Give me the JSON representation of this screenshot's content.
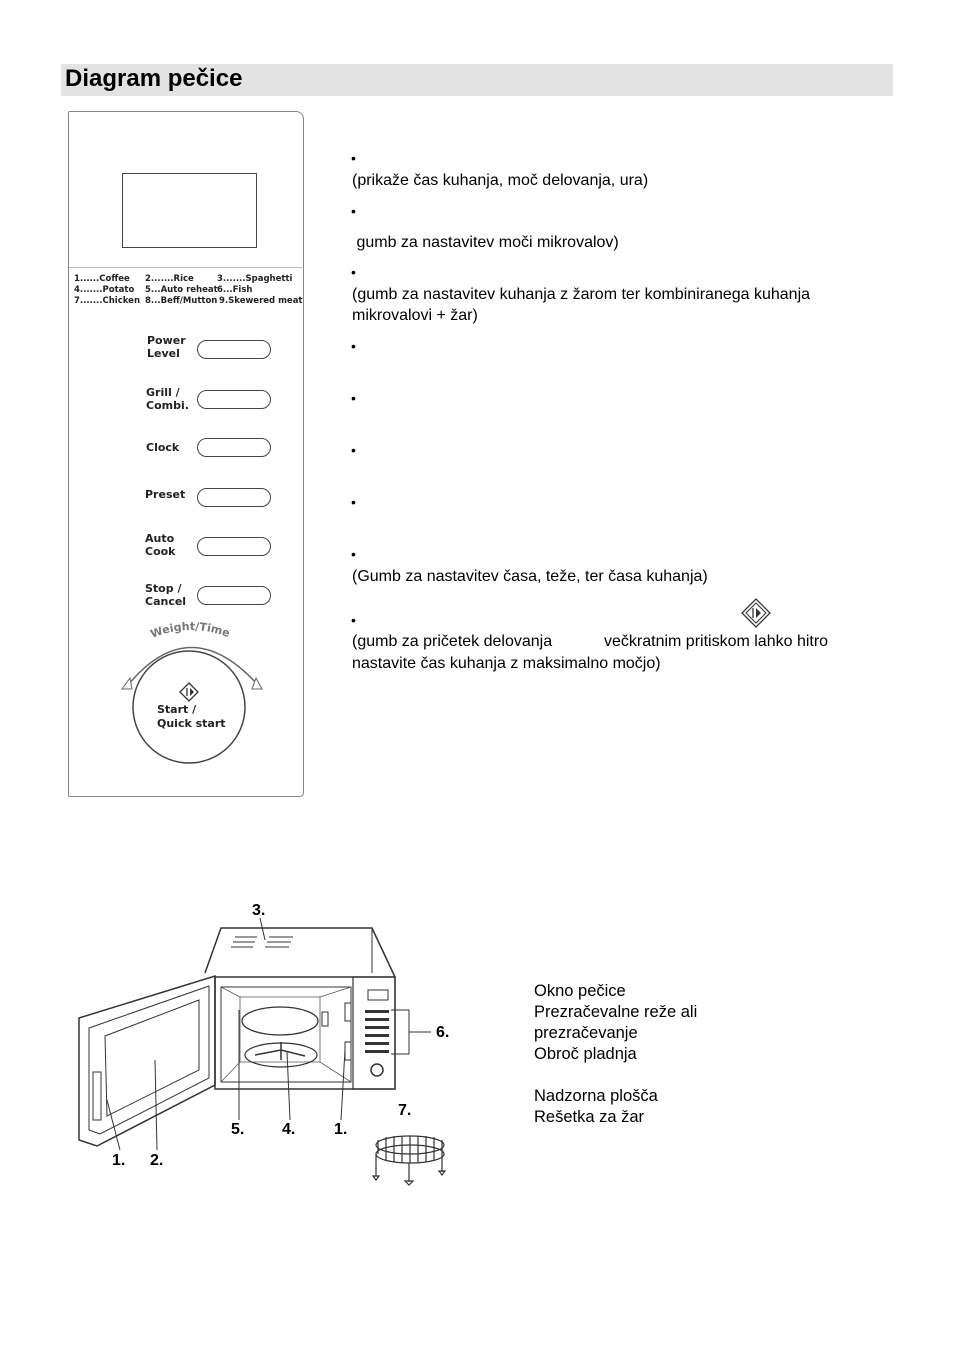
{
  "section_title": "Diagram pečice",
  "control_panel": {
    "programs": [
      [
        "1......Coffee",
        "2.......Rice",
        "3.......Spaghetti"
      ],
      [
        "4.......Potato",
        "5...Auto reheat",
        "6...Fish"
      ],
      [
        "7.......Chicken",
        "8...Beff/Mutton",
        "9.Skewered meat"
      ]
    ],
    "buttons": [
      {
        "line1": "Power",
        "line2": "Level"
      },
      {
        "line1": "Grill /",
        "line2": "Combi."
      },
      {
        "line1": "Clock",
        "line2": ""
      },
      {
        "line1": "Preset",
        "line2": ""
      },
      {
        "line1": "Auto",
        "line2": "Cook"
      },
      {
        "line1": "Stop /",
        "line2": "Cancel"
      }
    ],
    "dial_label": "Weight/Time",
    "start_label_1": "Start /",
    "start_label_2": "Quick start"
  },
  "descriptions": [
    {
      "bullet": "•",
      "text": "(prikaže čas kuhanja, moč delovanja, ura)"
    },
    {
      "bullet": "•",
      "text": " gumb za nastavitev moči mikrovalov)"
    },
    {
      "bullet": "•",
      "text": "(gumb za nastavitev kuhanja z žarom ter kombiniranega kuhanja mikrovalovi + žar)"
    },
    {
      "bullet": "•",
      "text": ""
    },
    {
      "bullet": "•",
      "text": ""
    },
    {
      "bullet": "•",
      "text": ""
    },
    {
      "bullet": "•",
      "text": ""
    },
    {
      "bullet": "•",
      "text": "(Gumb za nastavitev časa, teže, ter časa kuhanja)"
    },
    {
      "bullet": "•",
      "text_1": "(gumb za pričetek delovanja",
      "text_2": "večkratnim pritiskom lahko hitro",
      "text_3": "nastavite čas kuhanja z maksimalno močjo)"
    }
  ],
  "oven_diagram": {
    "labels": {
      "n3": "3.",
      "n6": "6.",
      "n7": "7.",
      "n5": "5.",
      "n4": "4.",
      "n1b": "1.",
      "n1": "1.",
      "n2": "2."
    }
  },
  "legend": [
    "Okno pečice",
    "Prezračevalne reže ali",
    "prezračevanje",
    "Obroč pladnja",
    "Nadzorna plošča",
    "Rešetka za žar"
  ]
}
